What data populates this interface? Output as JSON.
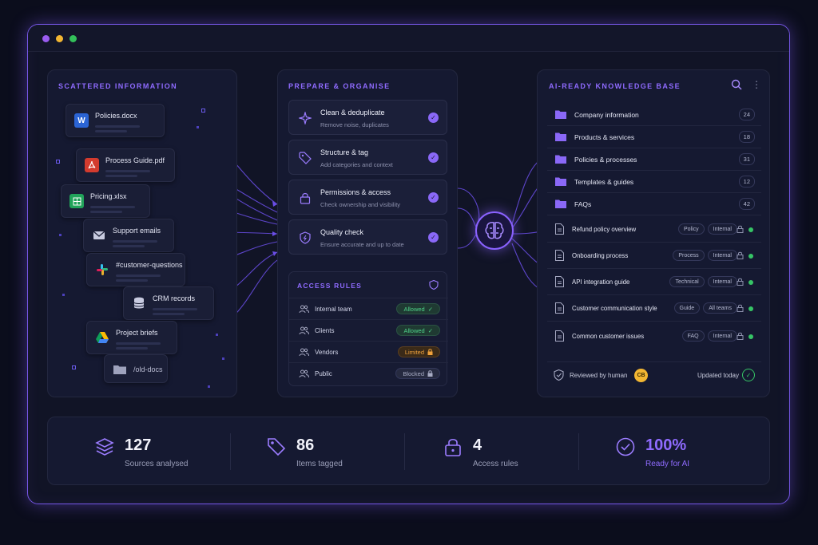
{
  "colors": {
    "accent": "#8f6bff",
    "background": "#0b0d1c",
    "allowed": "#4fd28a",
    "limited": "#f0a23c",
    "success": "#36c466",
    "avatar": "#f2b632"
  },
  "left": {
    "title": "SCATTERED INFORMATION",
    "sources": [
      {
        "label": "Policies.docx",
        "icon": "word-icon",
        "glyph": "W"
      },
      {
        "label": "Process Guide.pdf",
        "icon": "pdf-icon",
        "glyph": ""
      },
      {
        "label": "Pricing.xlsx",
        "icon": "spreadsheet-icon",
        "glyph": ""
      },
      {
        "label": "Support emails",
        "icon": "mail-icon"
      },
      {
        "label": "#customer-questions",
        "icon": "slack-icon"
      },
      {
        "label": "CRM records",
        "icon": "database-icon"
      },
      {
        "label": "Project briefs",
        "icon": "drive-icon"
      },
      {
        "label": "/old-docs",
        "icon": "folder-icon"
      }
    ]
  },
  "middle": {
    "title": "PREPARE & ORGANISE",
    "steps": [
      {
        "title": "Clean & deduplicate",
        "subtitle": "Remove noise, duplicates",
        "icon": "sparkle-icon"
      },
      {
        "title": "Structure & tag",
        "subtitle": "Add categories and context",
        "icon": "tag-icon"
      },
      {
        "title": "Permissions & access",
        "subtitle": "Check ownership and visibility",
        "icon": "lock-icon"
      },
      {
        "title": "Quality check",
        "subtitle": "Ensure accurate and up to date",
        "icon": "shield-icon"
      }
    ],
    "check_glyph": "✓",
    "access_rules": {
      "title": "ACCESS RULES",
      "rules": [
        {
          "name": "Internal team",
          "status": "Allowed",
          "glyph": "✓"
        },
        {
          "name": "Clients",
          "status": "Allowed",
          "glyph": "✓"
        },
        {
          "name": "Vendors",
          "status": "Limited",
          "glyph": "🔒"
        },
        {
          "name": "Public",
          "status": "Blocked",
          "glyph": "🔒"
        }
      ]
    }
  },
  "right": {
    "title": "AI-READY KNOWLEDGE BASE",
    "more_glyph": "⋮",
    "categories": [
      {
        "name": "Company information",
        "count": "24"
      },
      {
        "name": "Products & services",
        "count": "18"
      },
      {
        "name": "Policies & processes",
        "count": "31"
      },
      {
        "name": "Templates & guides",
        "count": "12"
      },
      {
        "name": "FAQs",
        "count": "42"
      }
    ],
    "documents": [
      {
        "name": "Refund policy overview",
        "tags": [
          "Policy",
          "Internal"
        ]
      },
      {
        "name": "Onboarding process",
        "tags": [
          "Process",
          "Internal"
        ]
      },
      {
        "name": "API integration guide",
        "tags": [
          "Technical",
          "Internal"
        ]
      },
      {
        "name": "Customer communication style",
        "tags": [
          "Guide",
          "All teams"
        ]
      },
      {
        "name": "Common customer issues",
        "tags": [
          "FAQ",
          "Internal"
        ]
      }
    ],
    "footer": {
      "reviewed": "Reviewed by human",
      "avatar_initials": "CB",
      "updated": "Updated today",
      "updated_glyph": "✓"
    }
  },
  "stats": [
    {
      "value": "127",
      "label": "Sources analysed",
      "icon": "layers-icon"
    },
    {
      "value": "86",
      "label": "Items tagged",
      "icon": "tag-icon"
    },
    {
      "value": "4",
      "label": "Access rules",
      "icon": "lock-icon"
    },
    {
      "value": "100%",
      "label": "Ready for AI",
      "icon": "check-circle-icon"
    }
  ]
}
